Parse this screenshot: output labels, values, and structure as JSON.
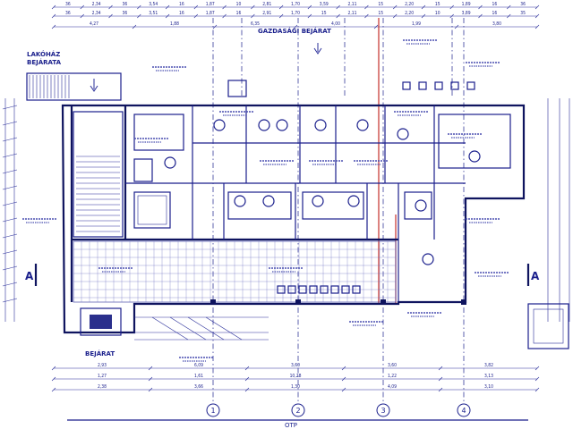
{
  "labels": {
    "lakohaz": "LAKÓHÁZ",
    "bejarata": "BEJÁRATA",
    "gazdasagi": "GAZDASÁGI BEJÁRAT",
    "bejarat": "BEJÁRAT",
    "section_a_left": "A",
    "section_a_right": "A",
    "bottom_note": "OTP"
  },
  "axes": [
    "1",
    "2",
    "3",
    "4"
  ],
  "dims_top_row1": [
    "36",
    "2,34",
    "36",
    "3,54",
    "16",
    "1,87",
    "10",
    "2,81",
    "1,70",
    "3,59",
    "2,11",
    "15",
    "2,20",
    "15",
    "1,89",
    "16",
    "36"
  ],
  "dims_top_row2": [
    "36",
    "2,34",
    "36",
    "3,51",
    "16",
    "1,87",
    "16",
    "2,91",
    "1,70",
    "15",
    "2,11",
    "15",
    "2,20",
    "10",
    "3,89",
    "16",
    "35"
  ],
  "dims_top_row3": [
    "4,27",
    "1,88",
    "6,35",
    "4,00",
    "1,99",
    "3,80"
  ],
  "dims_bottom_row1": [
    "2,93",
    "6,09",
    "3,60",
    "3,60",
    "3,82"
  ],
  "dims_bottom_row2": [
    "1,27",
    "1,61",
    "10,28",
    "1,22",
    "3,13"
  ],
  "dims_bottom_row3": [
    "2,38",
    "3,66",
    "1,30",
    "4,09",
    "3,10"
  ]
}
